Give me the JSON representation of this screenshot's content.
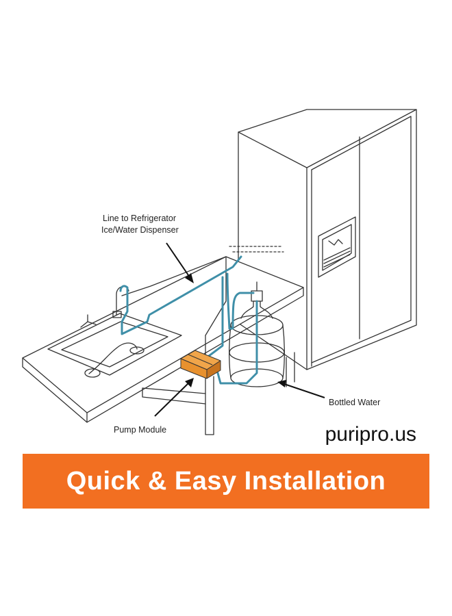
{
  "diagram": {
    "labels": {
      "line_to_refrigerator_1": "Line to Refrigerator",
      "line_to_refrigerator_2": "Ice/Water Dispenser",
      "pump_module": "Pump Module",
      "bottled_water": "Bottled Water"
    },
    "colors": {
      "tubing": "#3f8fa8",
      "pump": "#e8912e",
      "outline": "#333333"
    }
  },
  "website": "puripro.us",
  "banner": {
    "text": "Quick & Easy Installation",
    "color": "#f26f21"
  }
}
